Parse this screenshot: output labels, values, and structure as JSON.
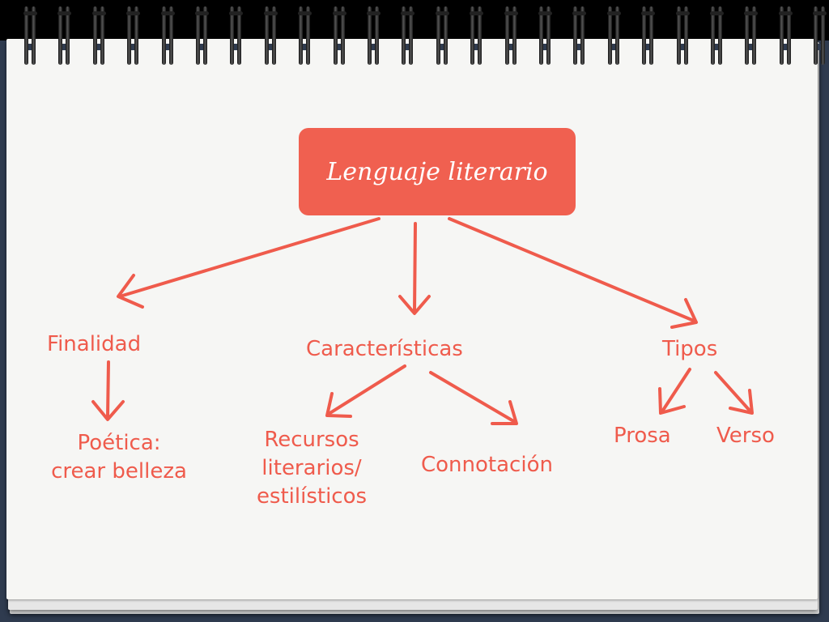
{
  "diagram": {
    "title": "Lenguaje literario",
    "branches": [
      {
        "label": "Finalidad",
        "children": [
          {
            "lines": [
              "Poética:",
              "crear belleza"
            ]
          }
        ]
      },
      {
        "label": "Características",
        "children": [
          {
            "lines": [
              "Recursos",
              "literarios/",
              "estilísticos"
            ]
          },
          {
            "lines": [
              "Connotación"
            ]
          }
        ]
      },
      {
        "label": "Tipos",
        "children": [
          {
            "lines": [
              "Prosa"
            ]
          },
          {
            "lines": [
              "Verso"
            ]
          }
        ]
      }
    ]
  },
  "colors": {
    "accent": "#f06050",
    "text": "#ef5b4c",
    "paper": "#f6f6f4"
  }
}
